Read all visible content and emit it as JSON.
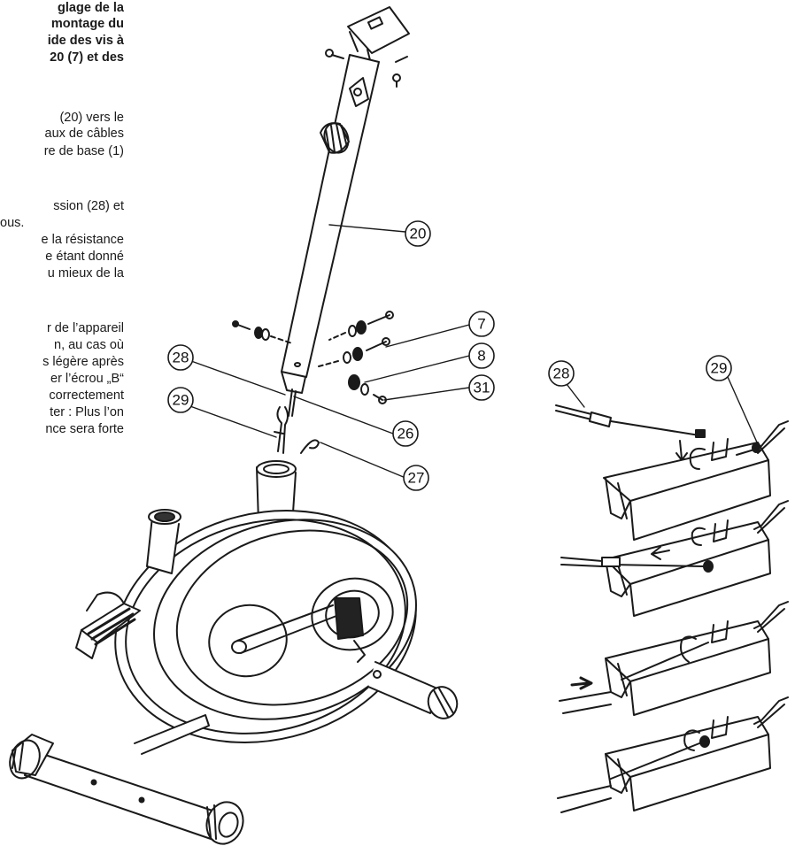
{
  "text": {
    "bold_lines": [
      "glage de la",
      "montage du",
      "ide des vis à",
      "20 (7) et des"
    ],
    "para1_lines": [
      "(20) vers le",
      "aux de câbles",
      "re de base (1)"
    ],
    "para2_lines": [
      "ssion (28) et",
      "ous.",
      "e la résistance",
      "e étant donné",
      "u mieux de la"
    ],
    "para3_lines": [
      "r de l’appareil",
      "n, au cas où",
      "s légère après",
      "er l’écrou „B“",
      "correctement",
      "ter : Plus l’on",
      "nce sera forte"
    ]
  },
  "labels": {
    "l20": "20",
    "l7": "7",
    "l8": "8",
    "l31": "31",
    "l28": "28",
    "l29": "29",
    "l26": "26",
    "l27": "27",
    "detail_l28": "28",
    "detail_l29": "29"
  },
  "colors": {
    "ink": "#1a1a1a",
    "paper": "#ffffff"
  }
}
